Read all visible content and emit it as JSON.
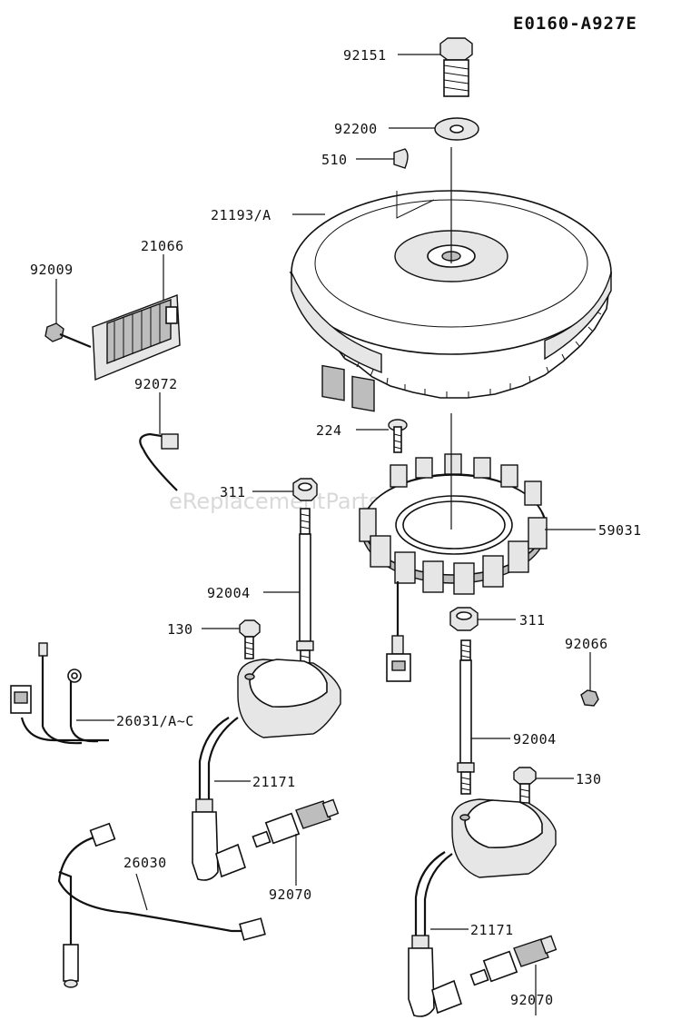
{
  "drawing_code": "E0160-A927E",
  "watermark": "eReplacementParts.com",
  "labels": {
    "bolt": "92151",
    "washer": "92200",
    "key": "510",
    "flywheel": "21193/A",
    "regulator": "21066",
    "reg_screw": "92009",
    "clamp": "92072",
    "stator_bolt": "224",
    "nut_left": "311",
    "stator": "59031",
    "stud_left": "92004",
    "nut_right": "311",
    "bolt_left": "130",
    "nut_small": "92066",
    "harness": "26031/A~C",
    "stud_right": "92004",
    "coil_left": "21171",
    "bolt_right": "130",
    "lead": "26030",
    "plug_left": "92070",
    "coil_right": "21171",
    "plug_right": "92070"
  }
}
